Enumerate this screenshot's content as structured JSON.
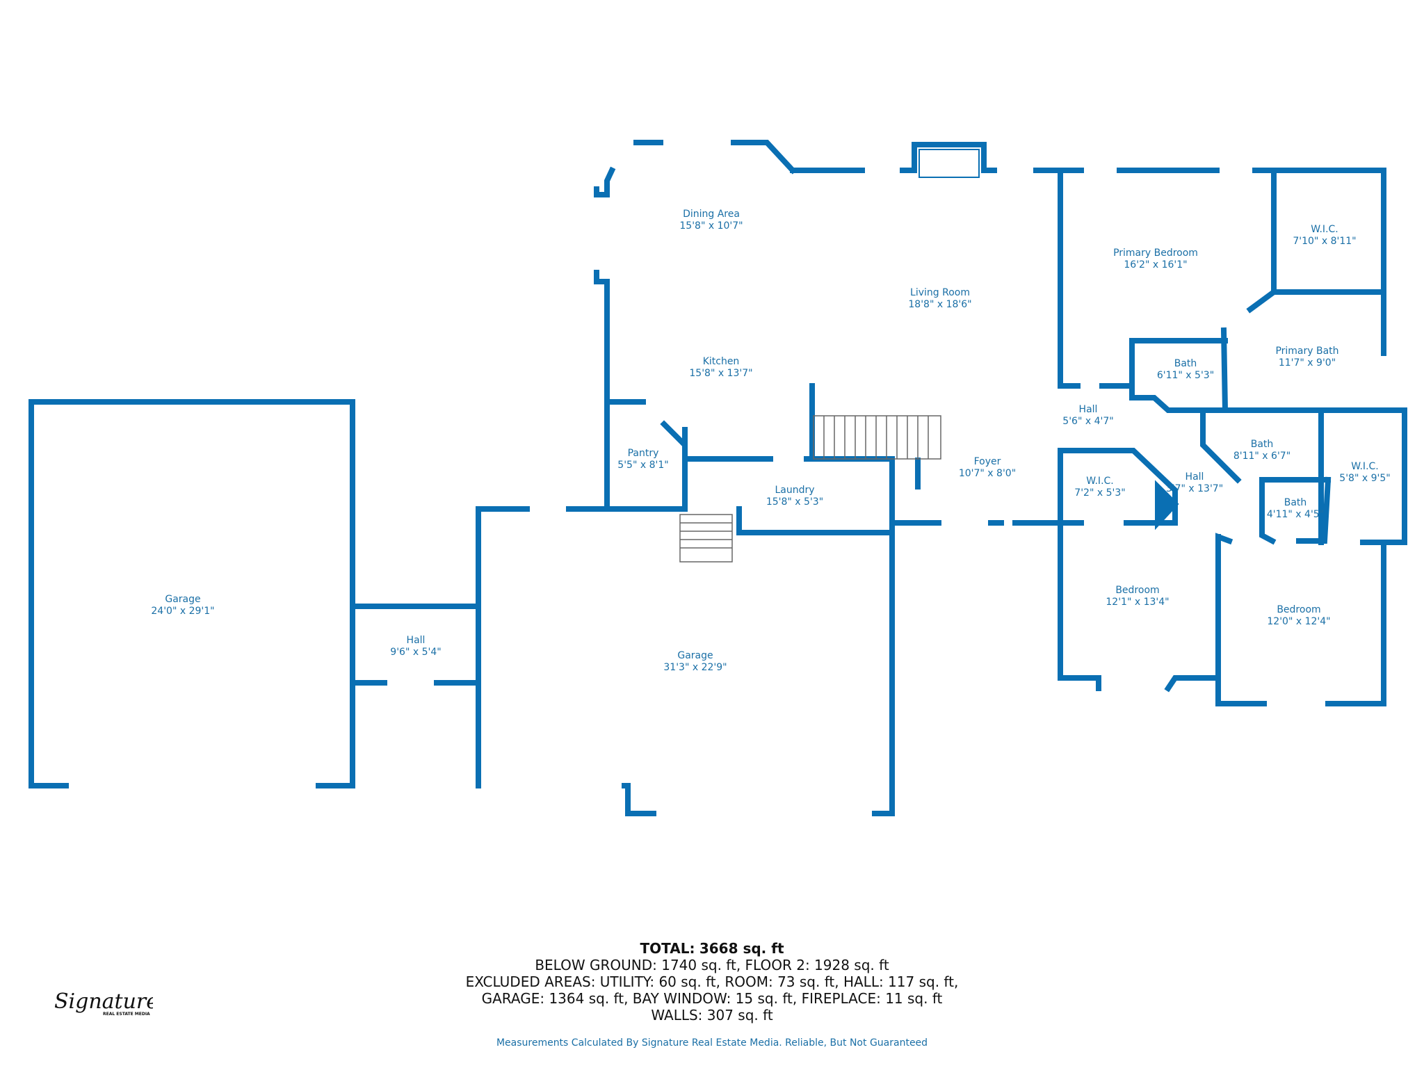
{
  "rooms": [
    {
      "name": "Garage",
      "dim": "24'0\" x 29'1\""
    },
    {
      "name": "Hall",
      "dim": "9'6\" x 5'4\""
    },
    {
      "name": "Garage",
      "dim": "31'3\" x 22'9\""
    },
    {
      "name": "Dining Area",
      "dim": "15'8\" x 10'7\""
    },
    {
      "name": "Kitchen",
      "dim": "15'8\" x 13'7\""
    },
    {
      "name": "Living Room",
      "dim": "18'8\" x 18'6\""
    },
    {
      "name": "Pantry",
      "dim": "5'5\" x 8'1\""
    },
    {
      "name": "Laundry",
      "dim": "15'8\" x 5'3\""
    },
    {
      "name": "Foyer",
      "dim": "10'7\" x 8'0\""
    },
    {
      "name": "Primary Bedroom",
      "dim": "16'2\" x 16'1\""
    },
    {
      "name": "W.I.C.",
      "dim": "7'10\" x 8'11\""
    },
    {
      "name": "Primary Bath",
      "dim": "11'7\" x 9'0\""
    },
    {
      "name": "Bath",
      "dim": "6'11\" x 5'3\""
    },
    {
      "name": "Hall",
      "dim": "5'6\" x 4'7\""
    },
    {
      "name": "Bath",
      "dim": "8'11\" x 6'7\""
    },
    {
      "name": "W.I.C.",
      "dim": "5'8\" x 9'5\""
    },
    {
      "name": "W.I.C.",
      "dim": "7'2\" x 5'3\""
    },
    {
      "name": "Hall",
      "dim": "3'7\" x 13'7\""
    },
    {
      "name": "Bath",
      "dim": "4'11\" x 4'5\""
    },
    {
      "name": "Bedroom",
      "dim": "12'1\" x 13'4\""
    },
    {
      "name": "Bedroom",
      "dim": "12'0\" x 12'4\""
    }
  ],
  "summary": {
    "total_label": "TOTAL:",
    "total_value": "3668 sq. ft",
    "lines": [
      "BELOW GROUND: 1740 sq. ft, FLOOR 2: 1928 sq. ft",
      "EXCLUDED AREAS: UTILITY: 60 sq. ft, ROOM: 73 sq. ft, HALL: 117 sq. ft,",
      "GARAGE: 1364 sq. ft, BAY WINDOW: 15 sq. ft, FIREPLACE: 11 sq. ft",
      "WALLS: 307 sq. ft"
    ]
  },
  "disclaimer": "Measurements Calculated By Signature Real Estate Media. Reliable, But Not Guaranteed",
  "logo": {
    "script": "Signature",
    "sub": "REAL ESTATE MEDIA"
  },
  "colors": {
    "wall": "#0a6fb3",
    "label": "#1a6fa6"
  }
}
